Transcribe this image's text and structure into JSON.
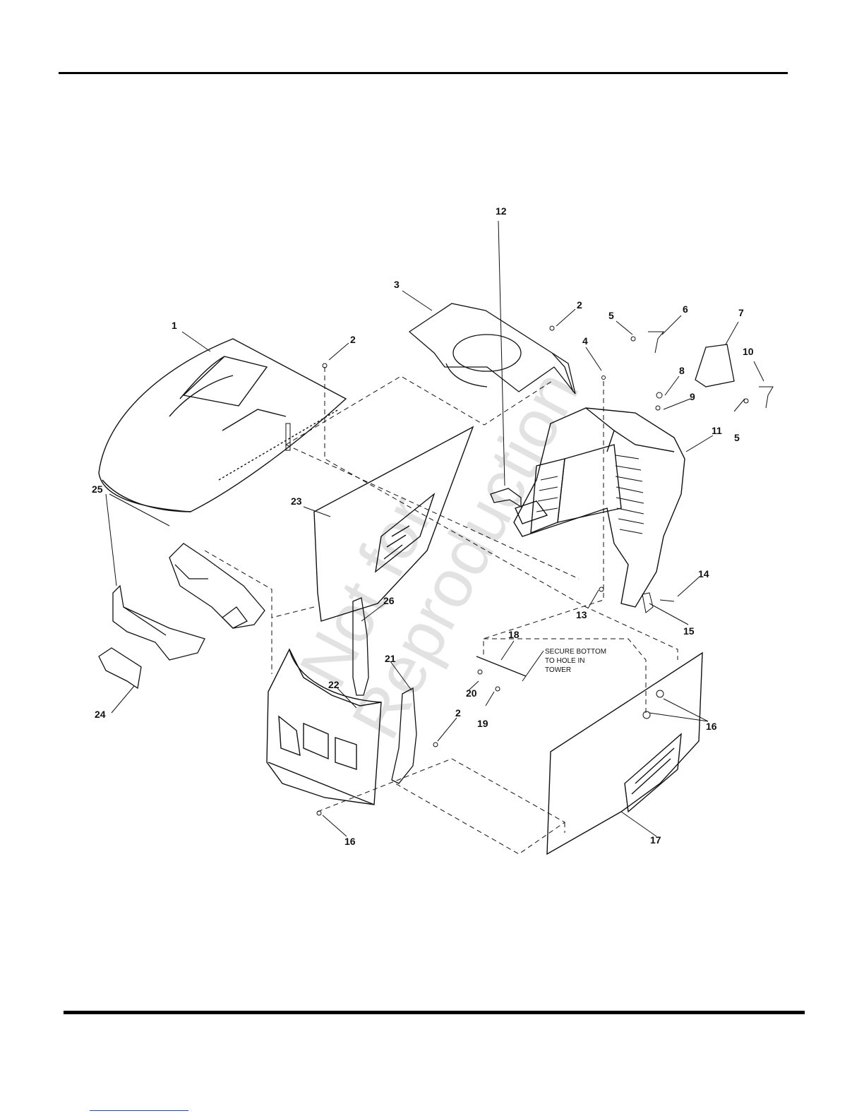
{
  "diagram": {
    "labels": [
      "1",
      "2",
      "3",
      "2",
      "5",
      "6",
      "7",
      "10",
      "4",
      "8",
      "9",
      "5",
      "11",
      "12",
      "23",
      "25",
      "14",
      "13",
      "15",
      "26",
      "18",
      "21",
      "22",
      "20",
      "19",
      "2",
      "16",
      "24",
      "16",
      "17"
    ],
    "note": [
      "SECURE BOTTOM",
      "TO HOLE IN",
      "TOWER"
    ],
    "watermark": [
      "Not for",
      "Reproduction"
    ]
  }
}
